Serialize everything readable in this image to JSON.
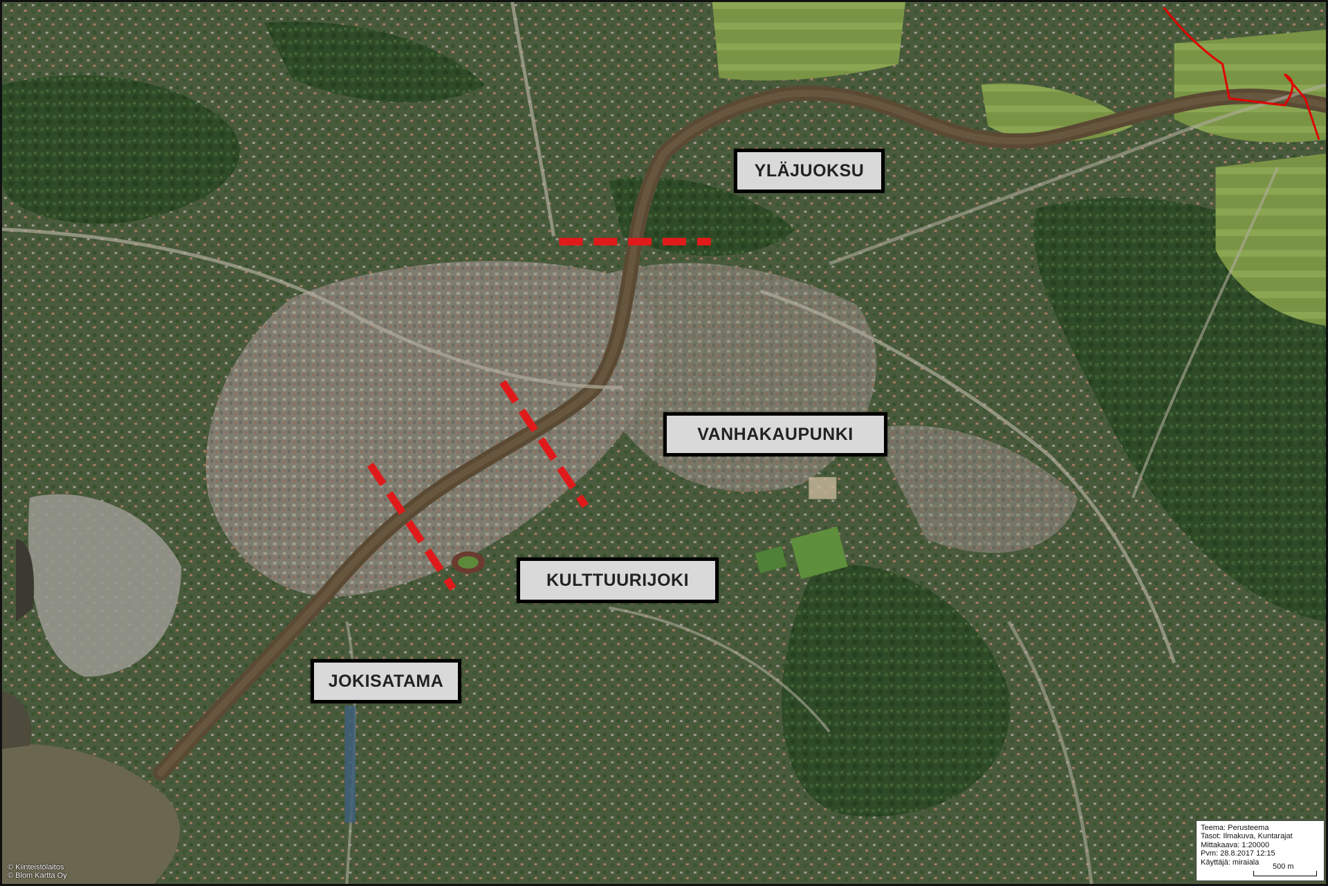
{
  "map": {
    "areas": [
      {
        "id": "ylajuoksu",
        "label": "YLÄJUOKSU"
      },
      {
        "id": "vanhakaupunki",
        "label": "VANHAKAUPUNKI"
      },
      {
        "id": "kulttuurijoki",
        "label": "KULTTUURIJOKI"
      },
      {
        "id": "jokisatama",
        "label": "JOKISATAMA"
      }
    ],
    "copyright": [
      "© Kiinteistölaitos",
      "© Blom Kartta Oy"
    ],
    "legend": {
      "theme": "Teema: Perusteema",
      "layers": "Tasot: Ilmakuva, Kuntarajat",
      "scale": "Mittakaava: 1:20000",
      "date": "Pvm: 28.8.2017 12:15",
      "user": "Käyttäjä: miraiala",
      "scalebar_label": "500 m"
    },
    "colors": {
      "river": "#5a4a34",
      "sea": "#6b6650",
      "vegetation": "#2c4a25",
      "urban": "#8a8678",
      "fields": "#7e9a4a",
      "dashed_line": "#e01a1a",
      "boundary": "#e00000",
      "label_bg": "#d9d9d9"
    }
  }
}
